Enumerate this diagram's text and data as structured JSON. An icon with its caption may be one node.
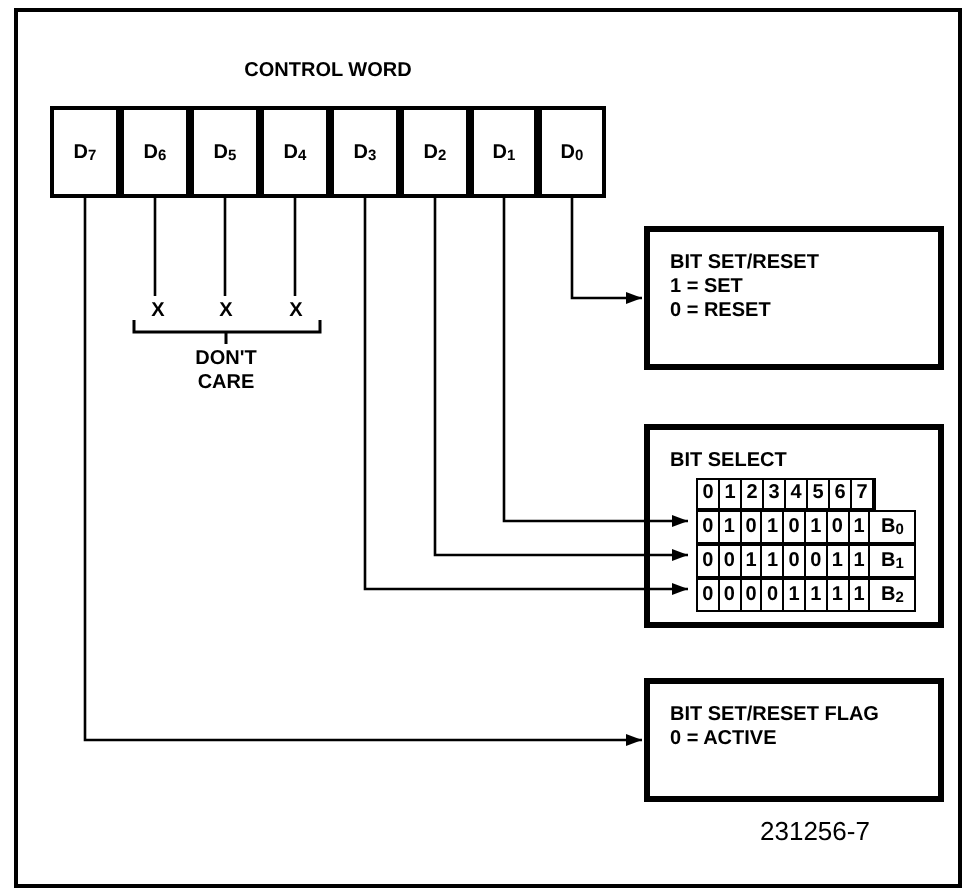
{
  "diagram": {
    "nodes": [
      {
        "text": [
          "CONTROL WORD"
        ]
      },
      {
        "text": [
          "D$_{7}$"
        ],
        "in": 0
      },
      {
        "text": [
          "D$_{6}$"
        ],
        "in": 0
      },
      {
        "text": [
          "D$_{5}$"
        ],
        "in": 0
      },
      {
        "text": [
          "D$_{4}$"
        ],
        "in": 0
      },
      {
        "text": [
          "D$_{3}$"
        ],
        "in": 0
      },
      {
        "text": [
          "D$_{2}$"
        ],
        "in": 0
      },
      {
        "text": [
          "D$_{1}$"
        ],
        "in": 0
      },
      {
        "text": [
          "D$_{0}$"
        ],
        "in": 0
      },
      {
        "text": [
          "X"
        ]
      },
      {
        "text": [
          "X"
        ]
      },
      {
        "text": [
          "X"
        ]
      },
      {
        "text": [
          "BIT SET/RESET",
          "1 = SET",
          "0 = RESET"
        ]
      },
      {
        "text": [
          "BIT SELECT"
        ]
      },
      {
        "text": [
          "0",
          "1",
          "2",
          "3",
          "4",
          "5",
          "6",
          "7"
        ],
        "in": 13
      },
      {
        "text": [
          "0",
          "1",
          "0",
          "1",
          "0",
          "1",
          "0",
          "1",
          "B$_{0}$"
        ],
        "in": 13
      },
      {
        "text": [
          "0",
          "0",
          "1",
          "1",
          "0",
          "0",
          "1",
          "1",
          "B$_{1}$"
        ],
        "in": 13
      },
      {
        "text": [
          "0",
          "0",
          "0",
          "0",
          "1",
          "1",
          "1",
          "1",
          "B$_{2}$"
        ],
        "in": 13
      },
      {
        "text": [
          "BIT SET/RESET FLAG",
          "0 = ACTIVE"
        ]
      }
    ],
    "edges": [
      {
        "from": 2,
        "to": 9,
        "arrow": "none"
      },
      {
        "from": 3,
        "to": 10,
        "arrow": "none"
      },
      {
        "from": 4,
        "to": 11,
        "arrow": "none"
      },
      {
        "from": 8,
        "to": 12,
        "arrow": "to"
      },
      {
        "from": 7,
        "to": 15,
        "arrow": "to"
      },
      {
        "from": 6,
        "to": 16,
        "arrow": "to"
      },
      {
        "from": 5,
        "to": 17,
        "arrow": "to"
      },
      {
        "from": 1,
        "to": 18,
        "arrow": "to"
      }
    ],
    "labels": [
      "DON'T CARE",
      "231256-7"
    ]
  }
}
